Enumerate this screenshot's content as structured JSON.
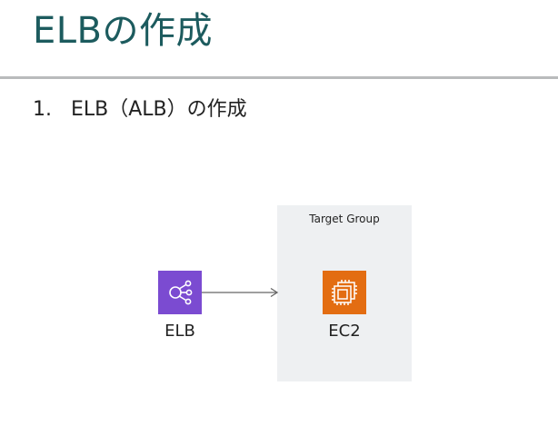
{
  "slide": {
    "title": "ELBの作成",
    "bullet_number": "1.",
    "bullet_text": "ELB（ALB）の作成"
  },
  "diagram": {
    "group_label": "Target Group",
    "nodes": [
      {
        "label": "ELB",
        "icon": "elb-icon",
        "color": "#7b4bd1"
      },
      {
        "label": "EC2",
        "icon": "ec2-chip-icon",
        "color": "#e36d12"
      }
    ],
    "edge": {
      "from": "ELB",
      "to": "EC2"
    },
    "group_color": "#eef0f2",
    "title_color": "#1c5b5e"
  }
}
